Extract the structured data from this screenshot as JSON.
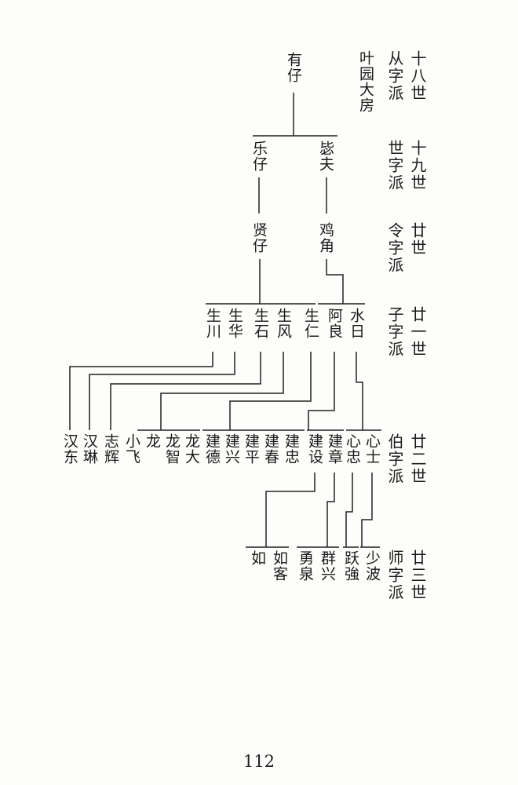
{
  "branch": "叶园大房",
  "generations": [
    {
      "number": "十八世",
      "pai": "从字派"
    },
    {
      "number": "十九世",
      "pai": "世字派"
    },
    {
      "number": "廿世",
      "pai": "令字派"
    },
    {
      "number": "廿一世",
      "pai": "子字派"
    },
    {
      "number": "廿二世",
      "pai": "伯字派"
    },
    {
      "number": "廿三世",
      "pai": "师字派"
    }
  ],
  "people": {
    "g18": [
      "有仔"
    ],
    "g19": [
      "乐仔",
      "毖夫"
    ],
    "g20": [
      "贤仔",
      "鸡角"
    ],
    "g21": [
      "生川",
      "生华",
      "生石",
      "生风",
      "生仁",
      "阿良",
      "水日"
    ],
    "g22": [
      "汉东",
      "汉琳",
      "志辉",
      "小飞",
      "龙",
      "龙智",
      "龙大",
      "建德",
      "建兴",
      "建平",
      "建春",
      "建忠",
      "建设",
      "建章",
      "心忠",
      "心士"
    ],
    "g23": [
      "如",
      "如客",
      "勇泉",
      "群兴",
      "跃強",
      "少波"
    ]
  },
  "page_number": "112"
}
